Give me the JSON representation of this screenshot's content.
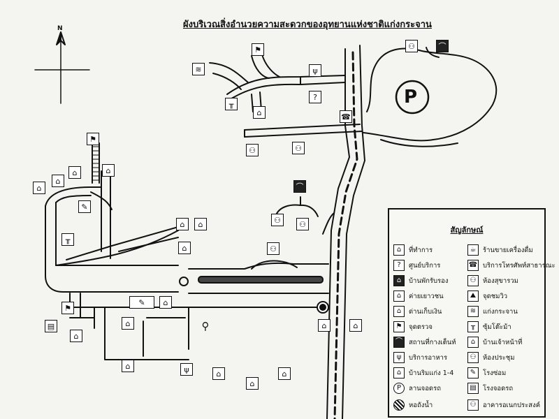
{
  "title": "ผังบริเวณสิ่งอำนวยความสะดวกของอุทยานแห่งชาติแก่งกระจาน",
  "north_label": "N",
  "parking_letter": "P",
  "legend": {
    "title": "สัญลักษณ์",
    "items": [
      {
        "icon": "office-icon",
        "glyph": "⌂",
        "label": "ที่ทำการ"
      },
      {
        "icon": "info-icon",
        "glyph": "?",
        "label": "ศูนย์บริการ"
      },
      {
        "icon": "guesthouse-icon",
        "glyph": "⌂",
        "label": "บ้านพักรับรอง"
      },
      {
        "icon": "youth-camp-icon",
        "glyph": "⌂",
        "label": "ค่ายเยาวชน"
      },
      {
        "icon": "cashier-icon",
        "glyph": "⌂",
        "label": "ด่านเก็บเงิน"
      },
      {
        "icon": "checkpoint-icon",
        "glyph": "⚑",
        "label": "จุดตรวจ"
      },
      {
        "icon": "meeting-hall-icon",
        "glyph": "⌒",
        "label": "สถานที่กางเต็นท์"
      },
      {
        "icon": "restaurant-icon",
        "glyph": "ψ",
        "label": "บริการอาหาร"
      },
      {
        "icon": "bungalow-icon",
        "glyph": "⌂",
        "label": "บ้านริมแก่ง 1-4"
      },
      {
        "icon": "parking-icon",
        "glyph": "P",
        "label": "ลานจอดรถ"
      },
      {
        "icon": "water-tower-icon",
        "glyph": "",
        "label": "หอถังน้ำ"
      },
      {
        "icon": "drink-shop-icon",
        "glyph": "☕",
        "label": "ร้านขายเครื่องดื่ม"
      },
      {
        "icon": "phone-icon",
        "glyph": "☎",
        "label": "บริการโทรศัพท์สาธารณะ"
      },
      {
        "icon": "restroom-icon",
        "glyph": "⚇",
        "label": "ห้องสุขารวม"
      },
      {
        "icon": "viewpoint-icon",
        "glyph": "⛰",
        "label": "จุดชมวิว"
      },
      {
        "icon": "rapids-icon",
        "glyph": "≋",
        "label": "แก่งกระจาน"
      },
      {
        "icon": "table-icon",
        "glyph": "╥",
        "label": "ซุ้มโต๊ะม้า"
      },
      {
        "icon": "staff-house-icon",
        "glyph": "⌂",
        "label": "บ้านเจ้าหน้าที่"
      },
      {
        "icon": "meeting-room-icon",
        "glyph": "⚇",
        "label": "ห้องประชุม"
      },
      {
        "icon": "workshop-icon",
        "glyph": "✎",
        "label": "โรงซ่อม"
      },
      {
        "icon": "garage-icon",
        "glyph": "▤",
        "label": "โรงจอดรถ"
      },
      {
        "icon": "multipurpose-icon",
        "glyph": "⚇",
        "label": "อาคารอเนกประสงค์"
      }
    ]
  }
}
